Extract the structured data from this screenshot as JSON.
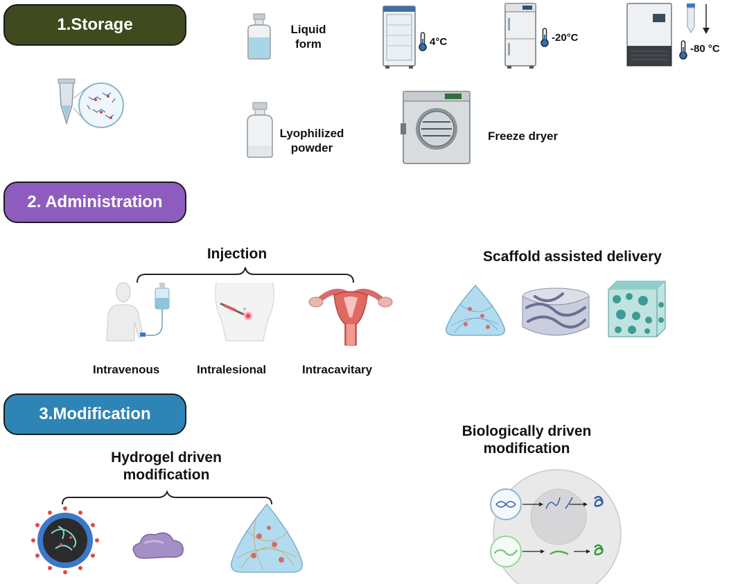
{
  "sections": {
    "storage": {
      "title": "1.Storage",
      "color": "#3f4a1f",
      "liquid_label": "Liquid form",
      "liquid_line1": "Liquid",
      "liquid_line2": "form",
      "temp_fridge": "4°C",
      "temp_freezer": "-20°C",
      "temp_ultra": "-80 °C",
      "lyophilized_line1": "Lyophilized",
      "lyophilized_line2": "powder",
      "freeze_dryer": "Freeze dryer"
    },
    "administration": {
      "title": "2. Administration",
      "color": "#8e5cbf",
      "injection": "Injection",
      "intravenous": "Intravenous",
      "intralesional": "Intralesional",
      "intracavitary": "Intracavitary",
      "scaffold": "Scaffold assisted delivery"
    },
    "modification": {
      "title": "3.Modification",
      "color": "#2e84b5",
      "hydrogel_line1": "Hydrogel driven",
      "hydrogel_line2": "modification",
      "bio_line1": "Biologically driven",
      "bio_line2": "modification"
    }
  }
}
